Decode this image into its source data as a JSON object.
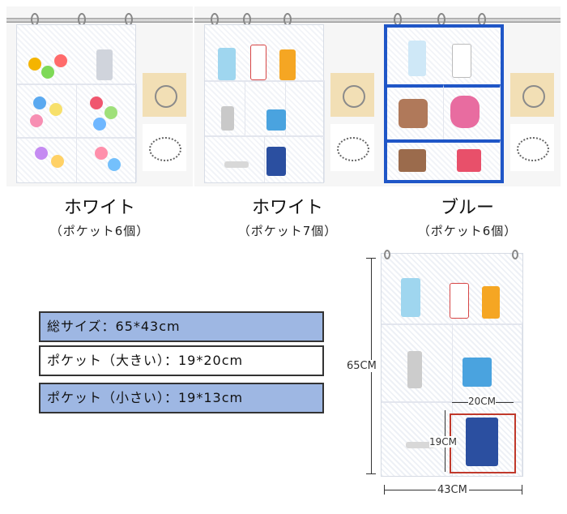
{
  "products": [
    {
      "title": "ホワイト",
      "subtitle": "（ポケット6個）",
      "border_color": "#ffffff"
    },
    {
      "title": "ホワイト",
      "subtitle": "（ポケット7個）",
      "border_color": "#ffffff"
    },
    {
      "title": "ブルー",
      "subtitle": "（ポケット6個）",
      "border_color": "#1f56c7"
    }
  ],
  "sizes": {
    "total": "総サイズ：65*43cm",
    "pocket_large": "ポケット（大きい）：19*20cm",
    "pocket_small": "ポケット（小さい）：19*13cm"
  },
  "dimensions": {
    "height": "65CM",
    "width": "43CM",
    "pocket_width": "20CM",
    "pocket_height": "19CM"
  },
  "colors": {
    "table_blue": "#9eb7e3",
    "highlight_red": "#c0392b"
  }
}
